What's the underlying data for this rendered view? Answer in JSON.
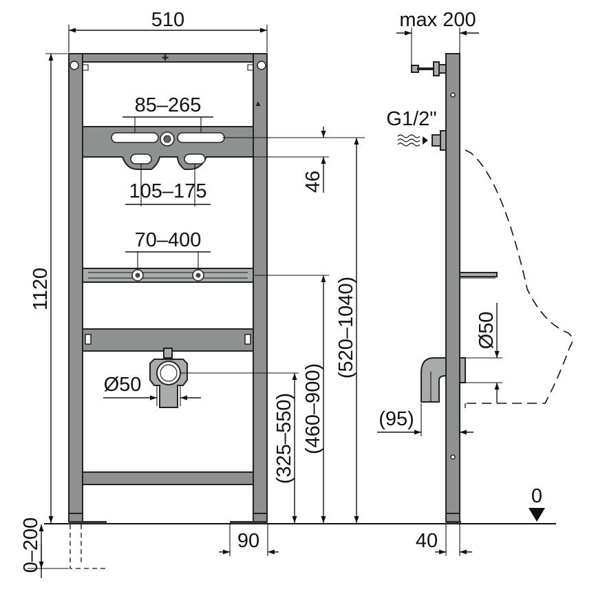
{
  "title": "",
  "dimensions": {
    "frame_width": "510",
    "frame_height": "1120",
    "slot_spacing": "85–265",
    "lower_slot_spacing": "105–175",
    "rail_spacing": "70–400",
    "offset_46": "46",
    "height_520_1040": "(520–1040)",
    "height_460_900": "(460–900)",
    "height_325_550": "(325–550)",
    "drain_front": "Ø50",
    "foot_width": "90",
    "leg_extension": "0–200",
    "side_max": "max 200",
    "thread": "G1/2\"",
    "drain_side": "Ø50",
    "depth_95": "(95)",
    "depth_40": "40",
    "floor_level": "0"
  },
  "colors": {
    "steel": "#8f9090",
    "steel_light": "#a9aaaa",
    "line": "#111111"
  }
}
